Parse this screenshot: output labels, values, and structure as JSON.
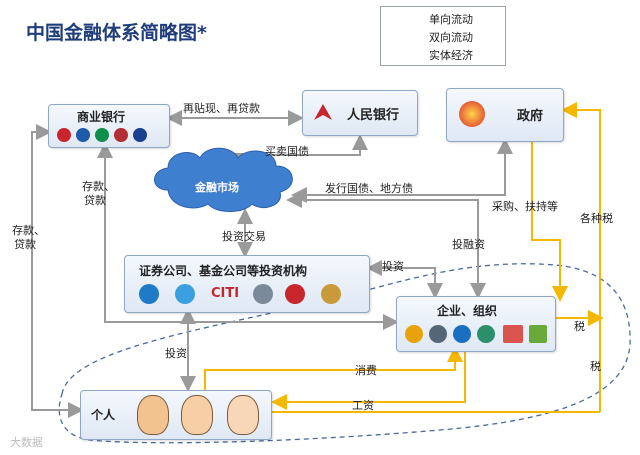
{
  "title": "中国金融体系简略图*",
  "legend": {
    "one_way": "单向流动",
    "two_way": "双向流动",
    "real_economy": "实体经济"
  },
  "nodes": {
    "commercial_bank": "商业银行",
    "pboc": "人民银行",
    "government": "政府",
    "financial_market": "金融市场",
    "securities": "证券公司、基金公司等投资机构",
    "enterprise": "企业、组织",
    "individual": "个人"
  },
  "edges": {
    "rediscount": "再贴现、再贷款",
    "buy_sell_bonds": "买卖国债",
    "issue_bonds": "发行国债、地方债",
    "deposit_loan_1_a": "存款、",
    "deposit_loan_1_b": "贷款",
    "deposit_loan_2_a": "存款、",
    "deposit_loan_2_b": "贷款",
    "invest_trade": "投资交易",
    "invest_1": "投资",
    "invest_2": "投资",
    "financing": "投融资",
    "purchase": "采购、扶持等",
    "taxes": "各种税",
    "tax_1": "税",
    "tax_2": "税",
    "consume": "消费",
    "salary": "工资"
  },
  "logos": {
    "citi_text": "CITI"
  },
  "watermark": "大数据",
  "colors": {
    "one_way": "#f5b800",
    "two_way": "#9a9a9a",
    "title": "#1f3d7a",
    "cloud": "#3f7fd0",
    "real_economy_border": "#4a6a9a"
  }
}
